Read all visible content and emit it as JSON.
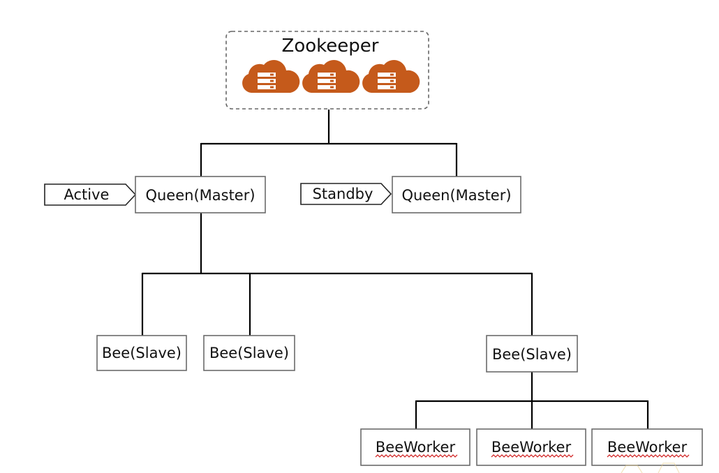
{
  "zookeeper": {
    "title": "Zookeeper",
    "server_count": 3,
    "cloud_color": "#c55a1b",
    "icon": "cloud-server-icon"
  },
  "masters": [
    {
      "label": "Queen(Master)",
      "status": "Active"
    },
    {
      "label": "Queen(Master)",
      "status": "Standby"
    }
  ],
  "slaves": [
    {
      "label": "Bee(Slave)"
    },
    {
      "label": "Bee(Slave)"
    },
    {
      "label": "Bee(Slave)"
    }
  ],
  "workers": [
    {
      "label": "BeeWorker"
    },
    {
      "label": "BeeWorker"
    },
    {
      "label": "BeeWorker"
    }
  ]
}
